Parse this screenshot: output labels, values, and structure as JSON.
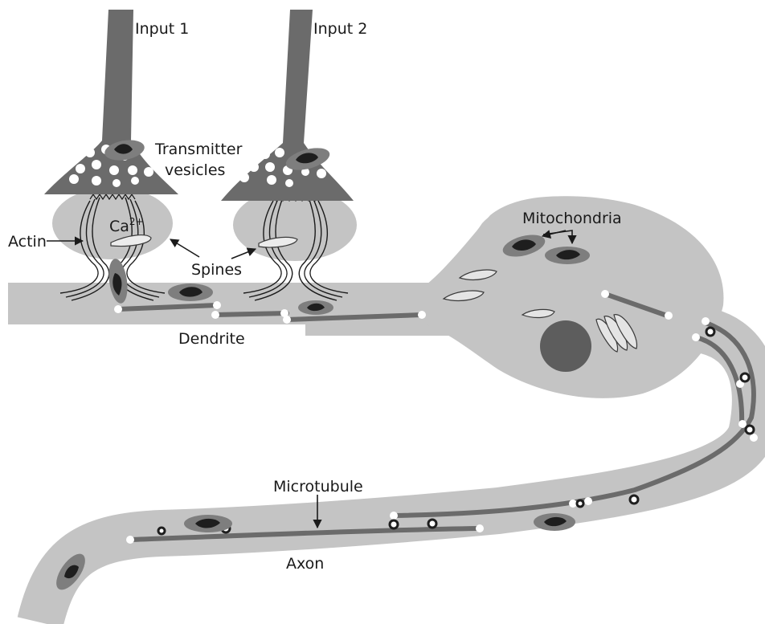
{
  "labels": {
    "input1": "Input 1",
    "input2": "Input 2",
    "transmitter_line1": "Transmitter",
    "transmitter_line2": "vesicles",
    "calcium_base": "Ca",
    "calcium_charge": "2+",
    "actin": "Actin",
    "spines": "Spines",
    "dendrite": "Dendrite",
    "mitochondria": "Mitochondria",
    "microtubule": "Microtubule",
    "axon": "Axon"
  },
  "colors": {
    "cytoplasm": "#c4c4c4",
    "axon_terminal": "#6b6b6b",
    "microtubule": "#6b6b6b",
    "mitochondrion_body": "#7e7e7e",
    "mitochondrion_core": "#1e1e1e",
    "nucleus": "#5d5d5d",
    "vesicle": "#ffffff",
    "label_text": "#1a1a1a"
  }
}
